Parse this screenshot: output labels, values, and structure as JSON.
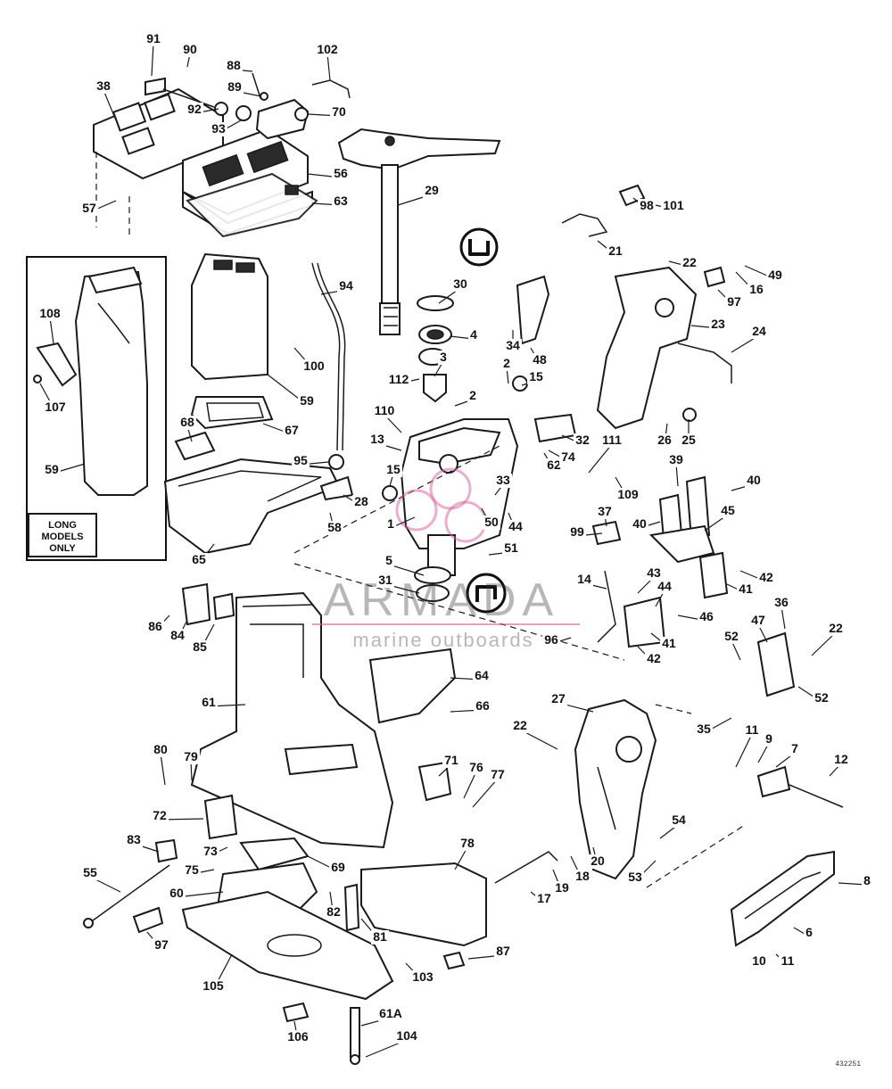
{
  "callouts": [
    "1",
    "2",
    "3",
    "4",
    "5",
    "6",
    "7",
    "8",
    "9",
    "10",
    "11",
    "12",
    "13",
    "14",
    "15",
    "16",
    "17",
    "18",
    "19",
    "20",
    "21",
    "22",
    "23",
    "24",
    "25",
    "26",
    "27",
    "28",
    "29",
    "30",
    "31",
    "32",
    "33",
    "34",
    "35",
    "36",
    "37",
    "38",
    "39",
    "40",
    "41",
    "42",
    "43",
    "44",
    "45",
    "46",
    "47",
    "48",
    "49",
    "50",
    "51",
    "52",
    "53",
    "54",
    "55",
    "56",
    "57",
    "58",
    "59",
    "60",
    "61",
    "61A",
    "62",
    "63",
    "64",
    "65",
    "66",
    "67",
    "68",
    "69",
    "70",
    "71",
    "72",
    "73",
    "74",
    "75",
    "76",
    "77",
    "78",
    "79",
    "80",
    "81",
    "82",
    "83",
    "84",
    "85",
    "86",
    "87",
    "88",
    "89",
    "90",
    "91",
    "92",
    "93",
    "94",
    "95",
    "96",
    "97",
    "98",
    "99",
    "100",
    "101",
    "102",
    "103",
    "104",
    "105",
    "106",
    "107",
    "108",
    "109",
    "110",
    "111",
    "112"
  ],
  "inset": {
    "note_line1": "LONG",
    "note_line2": "MODELS",
    "note_line3": "ONLY"
  },
  "watermark": {
    "brand": "ARMADA",
    "tagline": "marine outboards"
  },
  "drawing_number": "432251"
}
